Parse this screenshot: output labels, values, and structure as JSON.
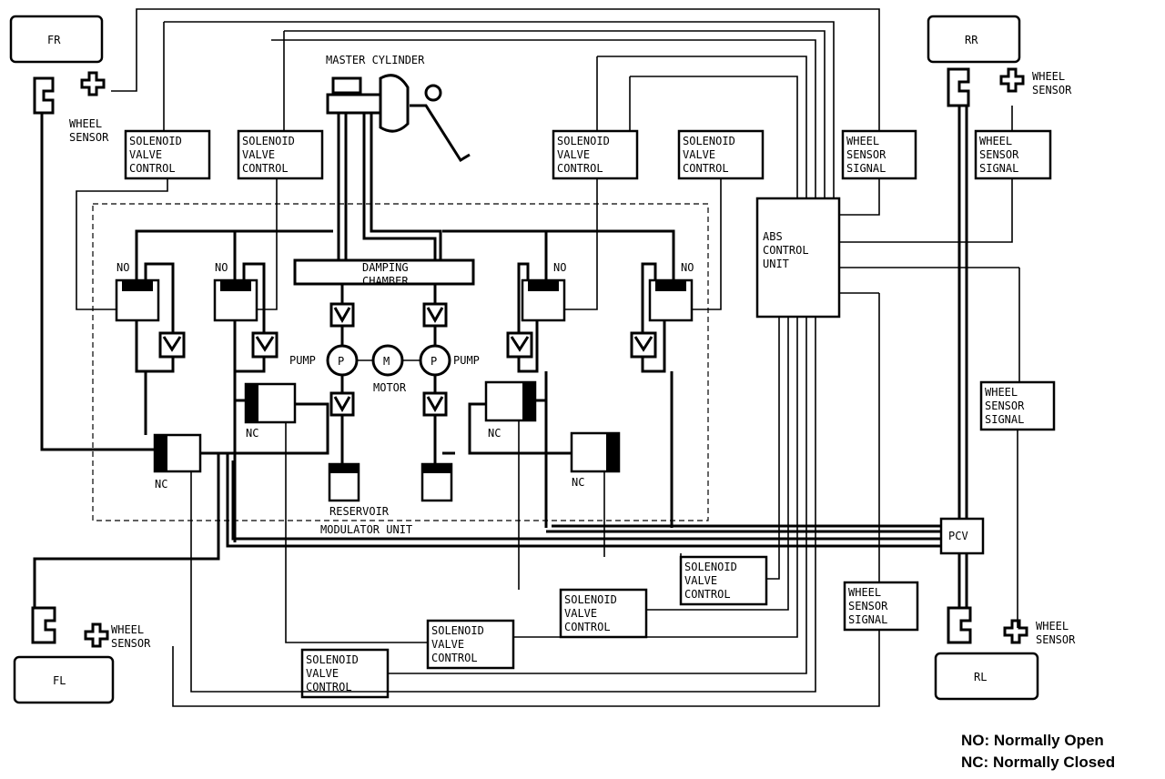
{
  "wheels": {
    "fr": "FR",
    "rr": "RR",
    "fl": "FL",
    "rl": "RL"
  },
  "wheel_sensor": [
    "WHEEL",
    "SENSOR"
  ],
  "solenoid_control": [
    "SOLENOID",
    "VALVE",
    "CONTROL"
  ],
  "wheel_sensor_signal": [
    "WHEEL",
    "SENSOR",
    "SIGNAL"
  ],
  "abs_unit": [
    "ABS",
    "CONTROL",
    "UNIT"
  ],
  "master_cylinder": "MASTER  CYLINDER",
  "damping_chamber": [
    "DAMPING",
    "CHAMBER"
  ],
  "pump_label": "PUMP",
  "pump_symbol": "P",
  "motor_symbol": "M",
  "motor_label": "MOTOR",
  "reservoir": "RESERVOIR",
  "modulator_unit": "MODULATOR  UNIT",
  "no_label": "NO",
  "nc_label": "NC",
  "pcv": "PCV",
  "legend": {
    "no": "NO: Normally Open",
    "nc": "NC: Normally Closed"
  }
}
